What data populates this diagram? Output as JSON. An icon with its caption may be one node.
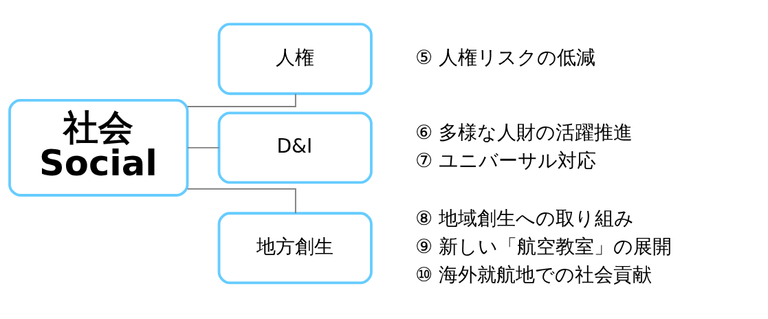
{
  "diagram": {
    "nodes": [
      {
        "text": [
          "社会",
          "Social"
        ]
      },
      {
        "text": [
          "人権"
        ],
        "beside": [
          "⑤ 人権リスクの低減"
        ]
      },
      {
        "text": [
          "D&I"
        ],
        "beside": [
          "⑥ 多様な人財の活躍推進",
          "⑦ ユニバーサル対応"
        ]
      },
      {
        "text": [
          "地方創生"
        ],
        "beside": [
          "⑧ 地域創生への取り組み",
          "⑨ 新しい「航空教室」の展開",
          "⑩ 海外就航地での社会貢献"
        ]
      }
    ],
    "edges": [
      {
        "from": 0,
        "to": 1,
        "arrow": "none"
      },
      {
        "from": 0,
        "to": 2,
        "arrow": "none"
      },
      {
        "from": 0,
        "to": 3,
        "arrow": "none"
      }
    ]
  }
}
